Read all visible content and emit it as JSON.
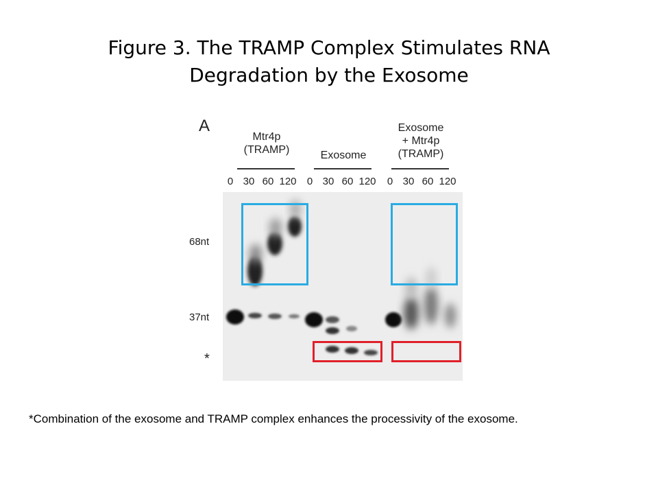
{
  "title": {
    "line1": "Figure 3. The TRAMP Complex Stimulates RNA",
    "line2": "Degradation by the Exosome"
  },
  "figure": {
    "panel_label": "A",
    "groups": [
      {
        "line1": "Mtr4p",
        "line2": "(TRAMP)",
        "timepoints": [
          "0",
          "30",
          "60",
          "120"
        ]
      },
      {
        "line1": "Exosome",
        "line2": "",
        "timepoints": [
          "0",
          "30",
          "60",
          "120"
        ]
      },
      {
        "line1": "Exosome",
        "line2": "+ Mtr4p",
        "line3": "(TRAMP)",
        "timepoints": [
          "0",
          "30",
          "60",
          "120"
        ]
      }
    ],
    "band_labels": {
      "upper": "68nt",
      "lower": "37nt",
      "marker": "*"
    },
    "highlight_colors": {
      "blue": "#29abe2",
      "red": "#e0202a"
    }
  },
  "caption": "*Combination of the exosome and TRAMP complex enhances the processivity of the exosome."
}
